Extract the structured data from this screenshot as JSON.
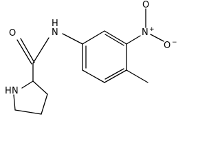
{
  "molecule": {
    "atoms": {
      "O_carbonyl": "O",
      "N_amide": "N",
      "H_amide": "H",
      "N_nitro": "N",
      "N_nitro_charge": "+",
      "O_nitro_top": "O",
      "O_nitro_right": "O",
      "O_nitro_right_charge": "−",
      "N_ring": "N",
      "H_ring": "H"
    }
  }
}
